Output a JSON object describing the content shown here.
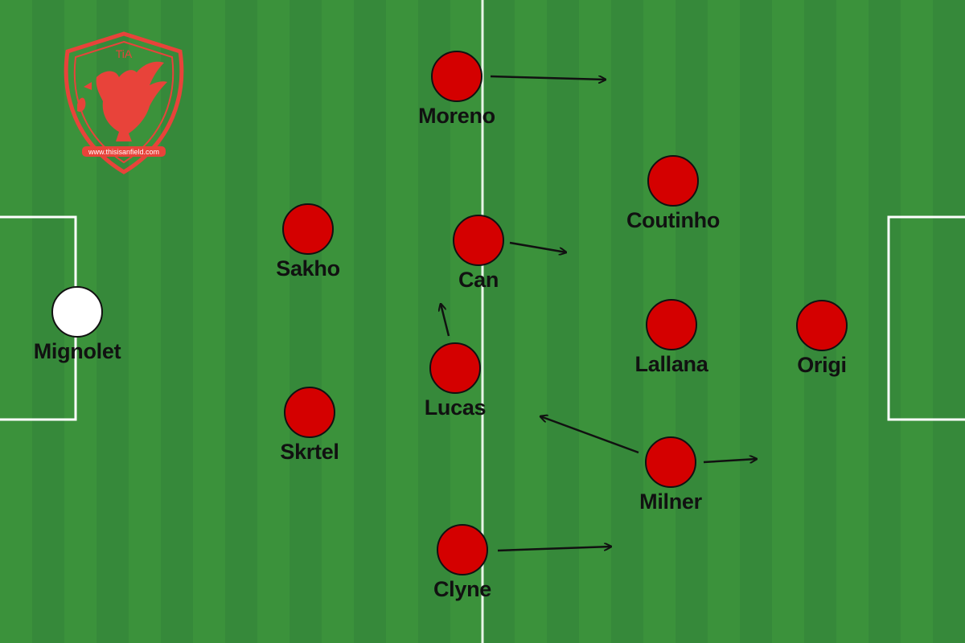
{
  "colors": {
    "team": "#d40000",
    "goalkeeper": "#ffffff",
    "pitch": "#3b923b",
    "lines": "#ffffff",
    "logo": "#e8433a"
  },
  "logo": {
    "initials": "TiA",
    "url": "www.thisisanfield.com",
    "icon": "liverbird-crest-icon"
  },
  "players": [
    {
      "id": "mignolet",
      "name": "Mignolet",
      "role": "goalkeeper"
    },
    {
      "id": "sakho",
      "name": "Sakho",
      "role": "outfield"
    },
    {
      "id": "skrtel",
      "name": "Skrtel",
      "role": "outfield"
    },
    {
      "id": "moreno",
      "name": "Moreno",
      "role": "outfield"
    },
    {
      "id": "can",
      "name": "Can",
      "role": "outfield"
    },
    {
      "id": "lucas",
      "name": "Lucas",
      "role": "outfield"
    },
    {
      "id": "clyne",
      "name": "Clyne",
      "role": "outfield"
    },
    {
      "id": "coutinho",
      "name": "Coutinho",
      "role": "outfield"
    },
    {
      "id": "lallana",
      "name": "Lallana",
      "role": "outfield"
    },
    {
      "id": "origi",
      "name": "Origi",
      "role": "outfield"
    },
    {
      "id": "milner",
      "name": "Milner",
      "role": "outfield"
    }
  ],
  "movements": [
    {
      "player": "moreno",
      "direction": "forward"
    },
    {
      "player": "can",
      "direction": "forward"
    },
    {
      "player": "lucas",
      "direction": "up"
    },
    {
      "player": "milner",
      "direction": "back-left"
    },
    {
      "player": "milner",
      "direction": "forward"
    },
    {
      "player": "clyne",
      "direction": "forward"
    }
  ]
}
